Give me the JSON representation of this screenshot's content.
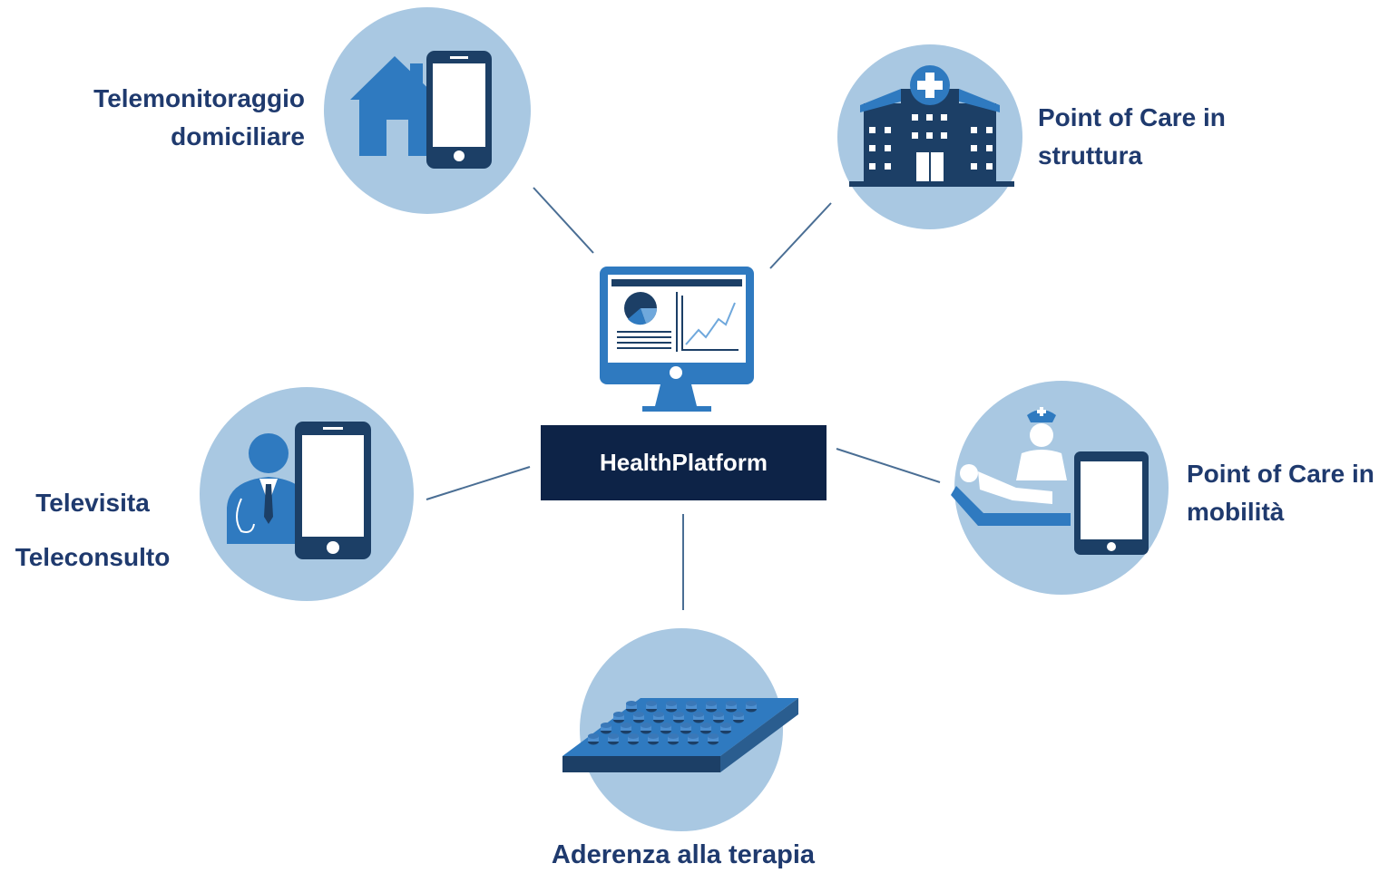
{
  "center": {
    "label": "HealthPlatform"
  },
  "nodes": {
    "home": {
      "lines": [
        "Telemonitoraggio",
        "domiciliare"
      ],
      "icon": "home-phone-icon"
    },
    "hospital": {
      "lines": [
        "Point of Care in",
        "struttura"
      ],
      "icon": "hospital-icon"
    },
    "doctor": {
      "lines": [
        "Televisita",
        "Teleconsulto"
      ],
      "icon": "doctor-phone-icon"
    },
    "nurse": {
      "lines": [
        "Point of Care in",
        "mobilità"
      ],
      "icon": "nurse-tablet-icon"
    },
    "therapy": {
      "lines": [
        "Aderenza alla terapia"
      ],
      "icon": "pill-blister-icon"
    }
  },
  "colors": {
    "circle": "#a9c8e2",
    "dark": "#1c3f66",
    "mid": "#2f7ac0",
    "navy": "#0d2347",
    "text": "#1f3a6e"
  }
}
